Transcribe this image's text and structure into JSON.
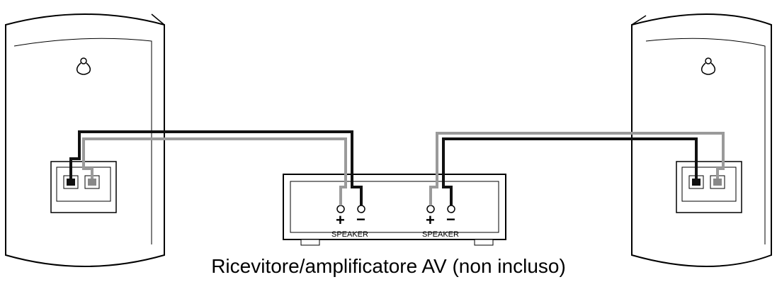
{
  "receiver": {
    "left_terminal": {
      "plus": "+",
      "minus": "−",
      "label": "SPEAKER"
    },
    "right_terminal": {
      "plus": "+",
      "minus": "−",
      "label": "SPEAKER"
    }
  },
  "caption": "Ricevitore/amplificatore AV (non incluso)",
  "colors": {
    "black_wire": "#111111",
    "gray_wire": "#9a9a9a",
    "outline": "#000000"
  }
}
